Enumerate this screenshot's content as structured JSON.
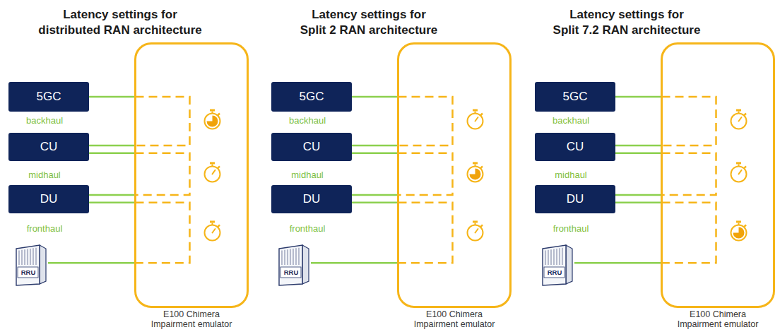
{
  "diagram": {
    "nodes": [
      {
        "text": [
          "5GC"
        ]
      },
      {
        "text": [
          "CU"
        ]
      },
      {
        "text": [
          "DU"
        ]
      },
      {
        "text": [
          "RRU"
        ]
      },
      {
        "text": [
          "E100 Chimera Impairment emulator"
        ]
      },
      {
        "text": [
          "5GC"
        ]
      },
      {
        "text": [
          "CU"
        ]
      },
      {
        "text": [
          "DU"
        ]
      },
      {
        "text": [
          "RRU"
        ]
      },
      {
        "text": [
          "E100 Chimera Impairment emulator"
        ]
      },
      {
        "text": [
          "5GC"
        ]
      },
      {
        "text": [
          "CU"
        ]
      },
      {
        "text": [
          "DU"
        ]
      },
      {
        "text": [
          "RRU"
        ]
      },
      {
        "text": [
          "E100 Chimera Impairment emulator"
        ]
      }
    ],
    "edges": [
      {
        "from": 0,
        "to": 4,
        "arrow": "none"
      },
      {
        "from": 1,
        "to": 4,
        "arrow": "none"
      },
      {
        "from": 1,
        "to": 4,
        "arrow": "none"
      },
      {
        "from": 2,
        "to": 4,
        "arrow": "none"
      },
      {
        "from": 2,
        "to": 4,
        "arrow": "none"
      },
      {
        "from": 3,
        "to": 4,
        "arrow": "none"
      },
      {
        "from": 5,
        "to": 9,
        "arrow": "none"
      },
      {
        "from": 6,
        "to": 9,
        "arrow": "none"
      },
      {
        "from": 6,
        "to": 9,
        "arrow": "none"
      },
      {
        "from": 7,
        "to": 9,
        "arrow": "none"
      },
      {
        "from": 7,
        "to": 9,
        "arrow": "none"
      },
      {
        "from": 8,
        "to": 9,
        "arrow": "none"
      },
      {
        "from": 10,
        "to": 14,
        "arrow": "none"
      },
      {
        "from": 11,
        "to": 14,
        "arrow": "none"
      },
      {
        "from": 11,
        "to": 14,
        "arrow": "none"
      },
      {
        "from": 12,
        "to": 14,
        "arrow": "none"
      },
      {
        "from": 12,
        "to": 14,
        "arrow": "none"
      },
      {
        "from": 13,
        "to": 14,
        "arrow": "none"
      }
    ],
    "labels": [
      "Latency settings for distributed RAN architecture",
      "backhaul",
      "midhaul",
      "fronthaul",
      "Latency settings for Split 2 RAN architecture",
      "backhaul",
      "midhaul",
      "fronthaul",
      "Latency settings for Split 7.2 RAN architecture",
      "backhaul",
      "midhaul",
      "fronthaul"
    ]
  }
}
